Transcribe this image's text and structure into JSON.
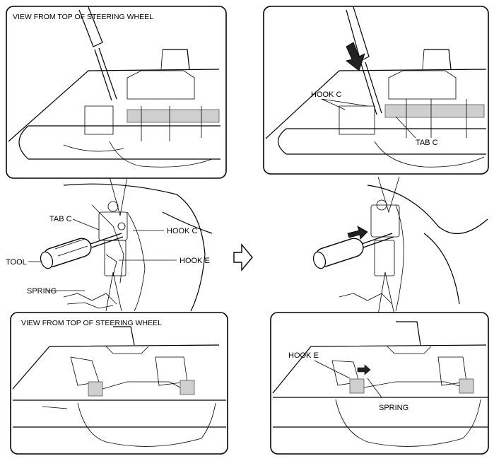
{
  "labels": {
    "view_top_left": "VIEW FROM TOP OF STEERING WHEEL",
    "view_bottom_left": "VIEW FROM TOP OF STEERING WHEEL",
    "tab_c_left": "TAB C",
    "hook_c_left": "HOOK C",
    "hook_e_left": "HOOK E",
    "tool": "TOOL",
    "spring_left": "SPRING",
    "hook_c_right": "HOOK C",
    "tab_c_right": "TAB C",
    "hook_e_right": "HOOK E",
    "spring_right": "SPRING"
  },
  "icons": {
    "step_arrow": "hollow-right-arrow-icon",
    "push_arrow": "solid-down-arrow-icon",
    "move_arrow": "solid-right-arrow-icon"
  }
}
